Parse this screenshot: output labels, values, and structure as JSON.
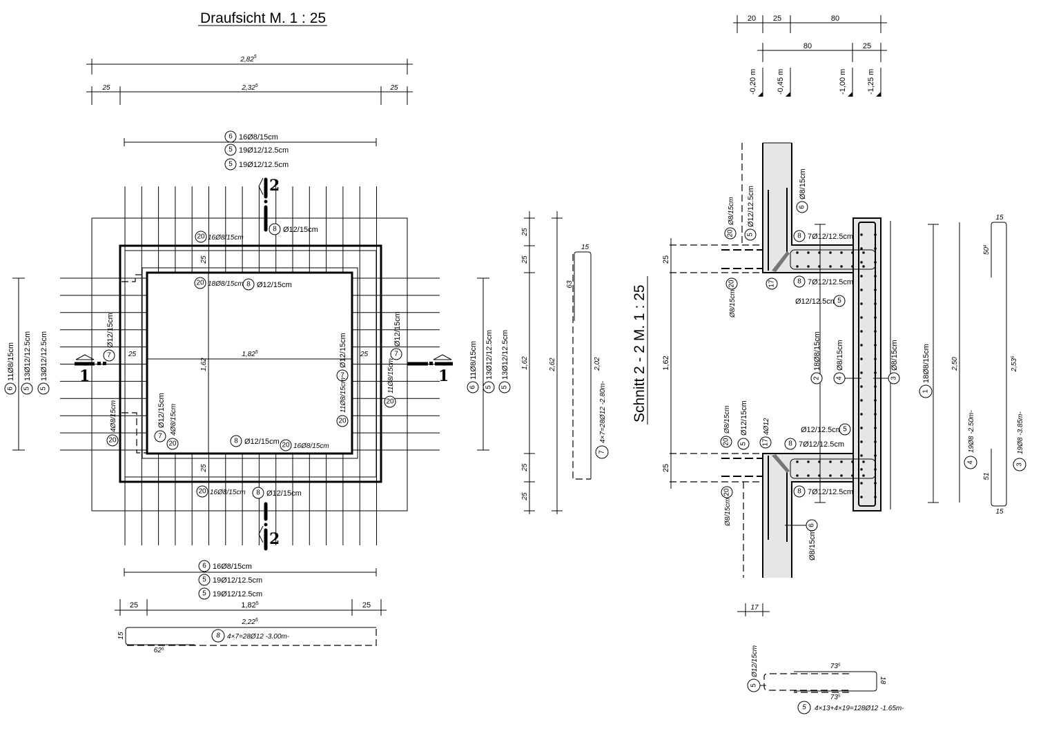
{
  "plan": {
    "title": "Draufsicht M. 1 : 25",
    "dim_total": "2,82",
    "dim_total_sup": "5",
    "dim_left": "25",
    "dim_mid": "2,32",
    "dim_mid_sup": "5",
    "dim_right": "25",
    "top_tags": [
      {
        "num": "6",
        "text": "16Ø8/15cm"
      },
      {
        "num": "5",
        "text": "19Ø12/12.5cm"
      },
      {
        "num": "5",
        "text": "19Ø12/12.5cm"
      }
    ],
    "bottom_tags": [
      {
        "num": "6",
        "text": "16Ø8/15cm"
      },
      {
        "num": "5",
        "text": "19Ø12/12.5cm"
      },
      {
        "num": "5",
        "text": "19Ø12/12.5cm"
      }
    ],
    "side_tags": [
      {
        "num": "6",
        "text": "11Ø8/15cm"
      },
      {
        "num": "5",
        "text": "13Ø12/12.5cm"
      },
      {
        "num": "5",
        "text": "13Ø12/12.5cm"
      }
    ],
    "section_2": "2",
    "section_1": "1",
    "inner": {
      "t20_top": {
        "num": "20",
        "text": "16Ø8/15cm"
      },
      "t8_top": {
        "num": "8",
        "text": "Ø12/15cm"
      },
      "t20_top2": {
        "num": "20",
        "text": "18Ø8/15cm"
      },
      "t8_top2": {
        "num": "8",
        "text": "Ø12/15cm"
      },
      "wall_25_top": "25",
      "wall_25_bottom": "25",
      "inner_width": "1,82",
      "inner_width_sup": "5",
      "inner_height": "1,62",
      "left_25": "25",
      "right_25": "25",
      "t7_left": {
        "num": "7",
        "text": "Ø12/15cm"
      },
      "t7_right": {
        "num": "7",
        "text": "Ø12/15cm"
      },
      "t7_inner_right": {
        "num": "7",
        "text": "Ø12/15cm"
      },
      "t20_inner_right": {
        "num": "20",
        "text": "11Ø8/15cm"
      },
      "t20_outer_right": {
        "num": "20",
        "text": "11Ø8/15cm"
      },
      "t20_outer_left": {
        "num": "20",
        "text": "4Ø8/15cm"
      },
      "t7_inner_left": {
        "num": "7",
        "text": "Ø12/15cm"
      },
      "t20_inner_left": {
        "num": "20",
        "text": "4Ø8/15cm"
      },
      "t8_bottom": {
        "num": "8",
        "text": "Ø12/15cm"
      },
      "t20_bottom": {
        "num": "20",
        "text": "16Ø8/15cm"
      },
      "t20_bottom2": {
        "num": "20",
        "text": "16Ø8/15cm"
      },
      "t8_bottom2": {
        "num": "8",
        "text": "Ø12/15cm"
      }
    },
    "bottom_dim": {
      "left": "25",
      "mid": "1,82",
      "mid_sup": "5",
      "right": "25"
    },
    "bar8": {
      "length": "2,22",
      "length_sup": "5",
      "height": "15",
      "leg": "62",
      "leg_sup": "5",
      "num": "8",
      "text": "4×7=28Ø12 -3.00m-"
    }
  },
  "middle": {
    "dims_a": [
      "25",
      "25",
      "1,62",
      "25",
      "25"
    ],
    "dim_b": "2,62",
    "bar7": {
      "top": "15",
      "leg": "63",
      "length": "2,02",
      "num": "7",
      "text": "4×7=28Ø12 -2.80m-"
    },
    "section_title": "Schnitt 2 - 2 M. 1 : 25"
  },
  "section": {
    "top_dims_1": [
      "20",
      "25",
      "80"
    ],
    "top_dims_2": [
      "80",
      "25"
    ],
    "levels": [
      "-0,20 m",
      "-0,45 m",
      "-1,00 m",
      "-1,25 m"
    ],
    "left_dims": [
      "25",
      "1,62",
      "25"
    ],
    "bottom_dim": "17",
    "tags": {
      "t20a": {
        "num": "20",
        "text": "Ø8/15cm"
      },
      "t5a": {
        "num": "5",
        "text": "Ø12/12.5cm"
      },
      "t6a": {
        "num": "6",
        "text": "Ø8/15cm"
      },
      "t8a": {
        "num": "8",
        "text": "7Ø12/12.5cm"
      },
      "t17a": {
        "num": "17",
        "text": "4Ø12"
      },
      "t20b": {
        "num": "20",
        "text": "Ø8/15cm"
      },
      "t8b": {
        "num": "8",
        "text": "7Ø12/12.5cm"
      },
      "t5b": {
        "num": "5",
        "text": "Ø12/12.5cm"
      },
      "t2": {
        "num": "2",
        "text": "18Ø8/15cm"
      },
      "t4": {
        "num": "4",
        "text": "Ø8/15cm"
      },
      "t3": {
        "num": "3",
        "text": "Ø8/15cm"
      },
      "t5c": {
        "num": "5",
        "text": "Ø12/12.5cm"
      },
      "t8c": {
        "num": "8",
        "text": "7Ø12/12.5cm"
      },
      "t20c": {
        "num": "20",
        "text": "Ø8/15cm"
      },
      "t5d": {
        "num": "5",
        "text": "Ø12/15cm"
      },
      "t17b": {
        "num": "17",
        "text": "4Ø12"
      },
      "t20d": {
        "num": "20",
        "text": "Ø8/15cm"
      },
      "t8d": {
        "num": "8",
        "text": "7Ø12/12.5cm"
      },
      "t6b": {
        "num": "6",
        "text": "Ø8/15cm"
      }
    },
    "bar1": {
      "num": "1",
      "text": "18Ø8/15cm"
    },
    "bar4": {
      "length": "2,50",
      "num": "4",
      "text": "19Ø8 -2.50m-"
    },
    "bar3": {
      "top": "15",
      "upper_leg": "50",
      "upper_leg_sup": "4",
      "length": "2,53",
      "length_sup": "5",
      "lower_leg": "51",
      "bottom": "15",
      "num": "3",
      "text": "19Ø8 -3.85m-"
    },
    "bar5": {
      "top": "73",
      "top_sup": "5",
      "bottom": "73",
      "bottom_sup": "5",
      "height": "18",
      "num_a": "5",
      "text_a": "Ø12/15cm",
      "num_b": "5",
      "text_b": "4×13+4×19=128Ø12 -1.65m-"
    }
  }
}
